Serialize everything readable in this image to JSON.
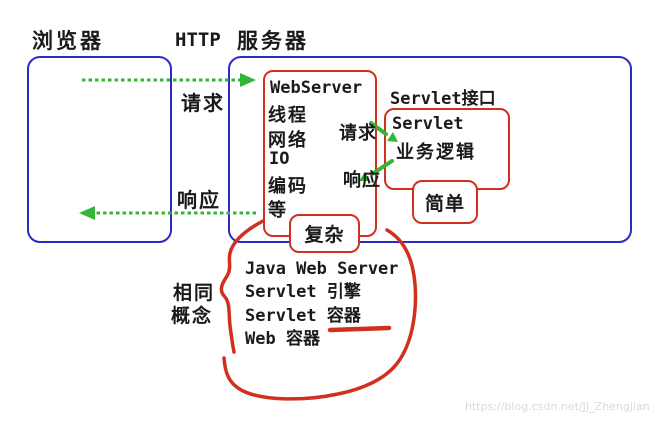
{
  "colors": {
    "box_blue": "#2b2bc4",
    "box_red": "#d2301f",
    "arrow_green": "#35b535",
    "text_dark": "#1a1a1a",
    "watermark_gray": "#d9d9d9"
  },
  "header": {
    "browser": "浏览器",
    "http": "HTTP",
    "server": "服务器"
  },
  "flow": {
    "request": "请求",
    "response": "响应"
  },
  "webserver_box": {
    "title": "WebServer",
    "items": [
      "线程",
      "网络",
      "IO",
      "编码",
      "等"
    ]
  },
  "servlet": {
    "interface_label": "Servlet接口",
    "name": "Servlet",
    "role": "业务逻辑",
    "request": "请求",
    "response": "响应",
    "simple": "简单",
    "complex": "复杂"
  },
  "synonyms": {
    "label_line1": "相同",
    "label_line2": "概念",
    "items": [
      "Java Web Server",
      "Servlet 引擎",
      "Servlet 容器",
      "Web 容器"
    ]
  },
  "watermark": "https://blog.csdn.net/JJ_Zhengjian"
}
